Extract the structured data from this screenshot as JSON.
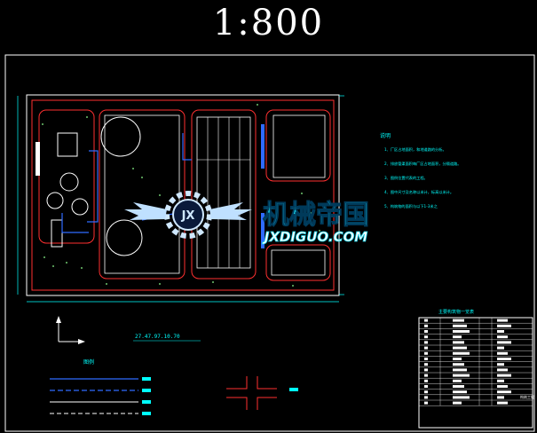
{
  "drawing": {
    "scale_label": "1:800",
    "coordinate_note": "27.47.97.10.70",
    "notes_title": "说明",
    "notes_lines": [
      "1、厂区占地面积，和地道路的分析。",
      "2、排放管渠面积每厂区占地面积，分隔道路。",
      "3、图例位置代表的工程。",
      "4、图中尺寸及名称以米计，标高以米计。",
      "5、构筑物的面积与以下1-3米之"
    ],
    "legend_title": "图例",
    "table_title": "主要构筑物一览表",
    "table_footer_label": "构筑工程"
  },
  "watermark": {
    "brand_cn": "机械帝国",
    "brand_en": "JXDIGUO.COM",
    "emblem": "JX"
  },
  "colors": {
    "background": "#000000",
    "outline": "#ffffff",
    "zone_border": "#ff3030",
    "pipe": "#2f6bff",
    "dim_line": "#00ffff",
    "label": "#00ffff",
    "watermark_cyan": "#19d3e8"
  }
}
